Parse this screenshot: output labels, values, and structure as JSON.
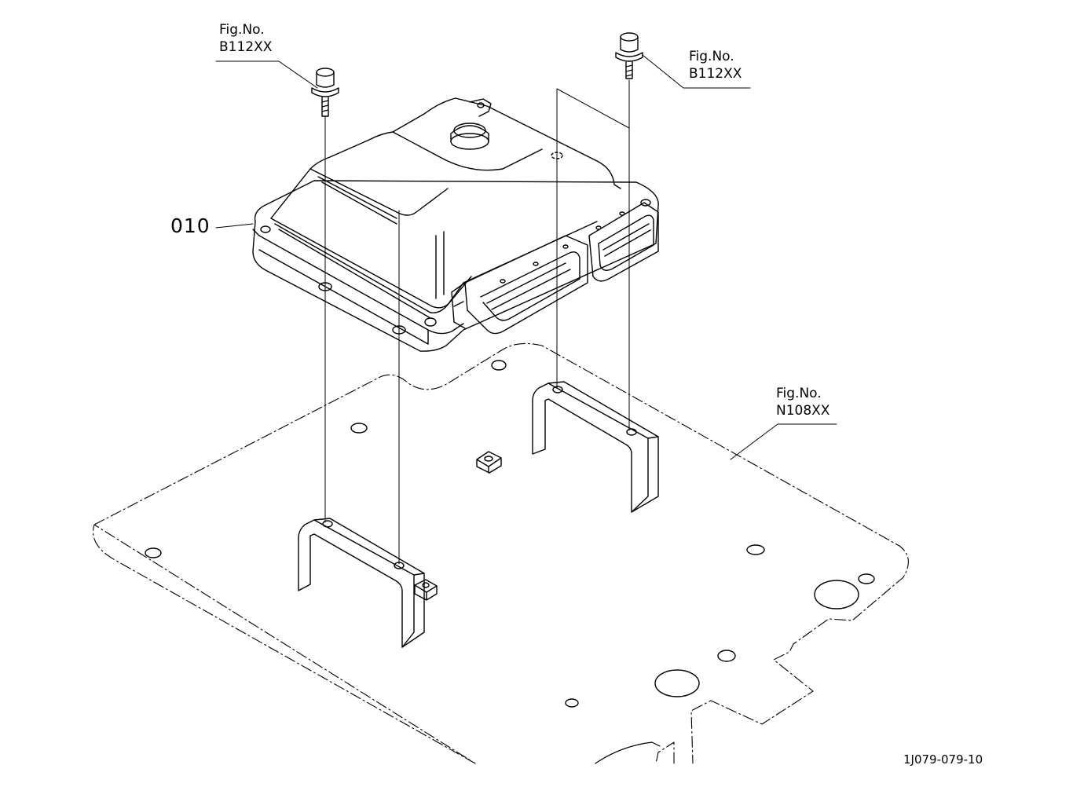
{
  "diagram": {
    "fig_refs": [
      {
        "line1": "Fig.No.",
        "line2": "B112XX"
      },
      {
        "line1": "Fig.No.",
        "line2": "B112XX"
      },
      {
        "line1": "Fig.No.",
        "line2": "N108XX"
      }
    ],
    "part_label": "010",
    "drawing_code": "1J079-079-10",
    "colors": {
      "ink": "#000000",
      "background": "#ffffff"
    }
  }
}
